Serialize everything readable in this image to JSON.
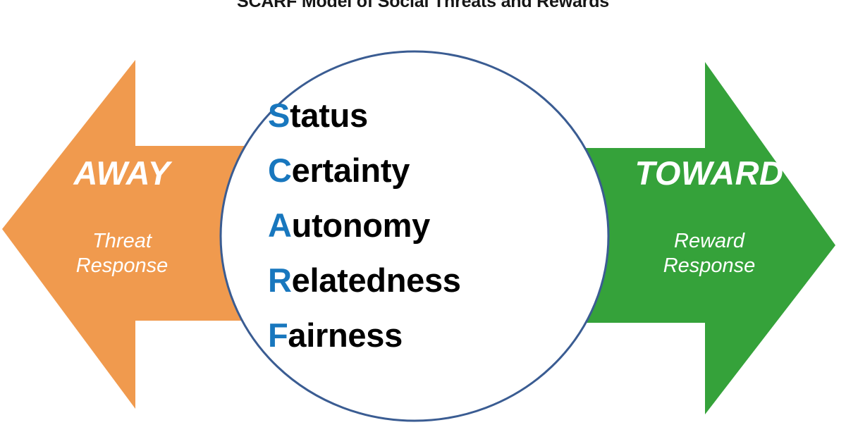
{
  "title": "SCARF Model of Social Threats and Rewards",
  "colors": {
    "orange": "#f09a4e",
    "green": "#35a23a",
    "circle_outline": "#3a5c92",
    "circle_fill": "#ffffff",
    "initial_letter_blue": "#1877be",
    "body_text": "#000000",
    "arrow_text": "#ffffff",
    "background": "#ffffff"
  },
  "left_arrow": {
    "direction": "left",
    "heading": "AWAY",
    "subtitle_line1": "Threat",
    "subtitle_line2": "Response"
  },
  "right_arrow": {
    "direction": "right",
    "heading": "TOWARD",
    "subtitle_line1": "Reward",
    "subtitle_line2": "Response"
  },
  "circle": {
    "items": [
      {
        "initial": "S",
        "rest": "tatus",
        "full": "Status"
      },
      {
        "initial": "C",
        "rest": "ertainty",
        "full": "Certainty"
      },
      {
        "initial": "A",
        "rest": "utonomy",
        "full": "Autonomy"
      },
      {
        "initial": "R",
        "rest": "elatedness",
        "full": "Relatedness"
      },
      {
        "initial": "F",
        "rest": "airness",
        "full": "Fairness"
      }
    ]
  },
  "chart_data": {
    "type": "diagram",
    "title": "SCARF Model of Social Threats and Rewards",
    "center_label": "SCARF",
    "center_items": [
      "Status",
      "Certainty",
      "Autonomy",
      "Relatedness",
      "Fairness"
    ],
    "poles": [
      {
        "name": "AWAY",
        "detail": "Threat Response",
        "color": "#f09a4e",
        "side": "left"
      },
      {
        "name": "TOWARD",
        "detail": "Reward Response",
        "color": "#35a23a",
        "side": "right"
      }
    ]
  }
}
